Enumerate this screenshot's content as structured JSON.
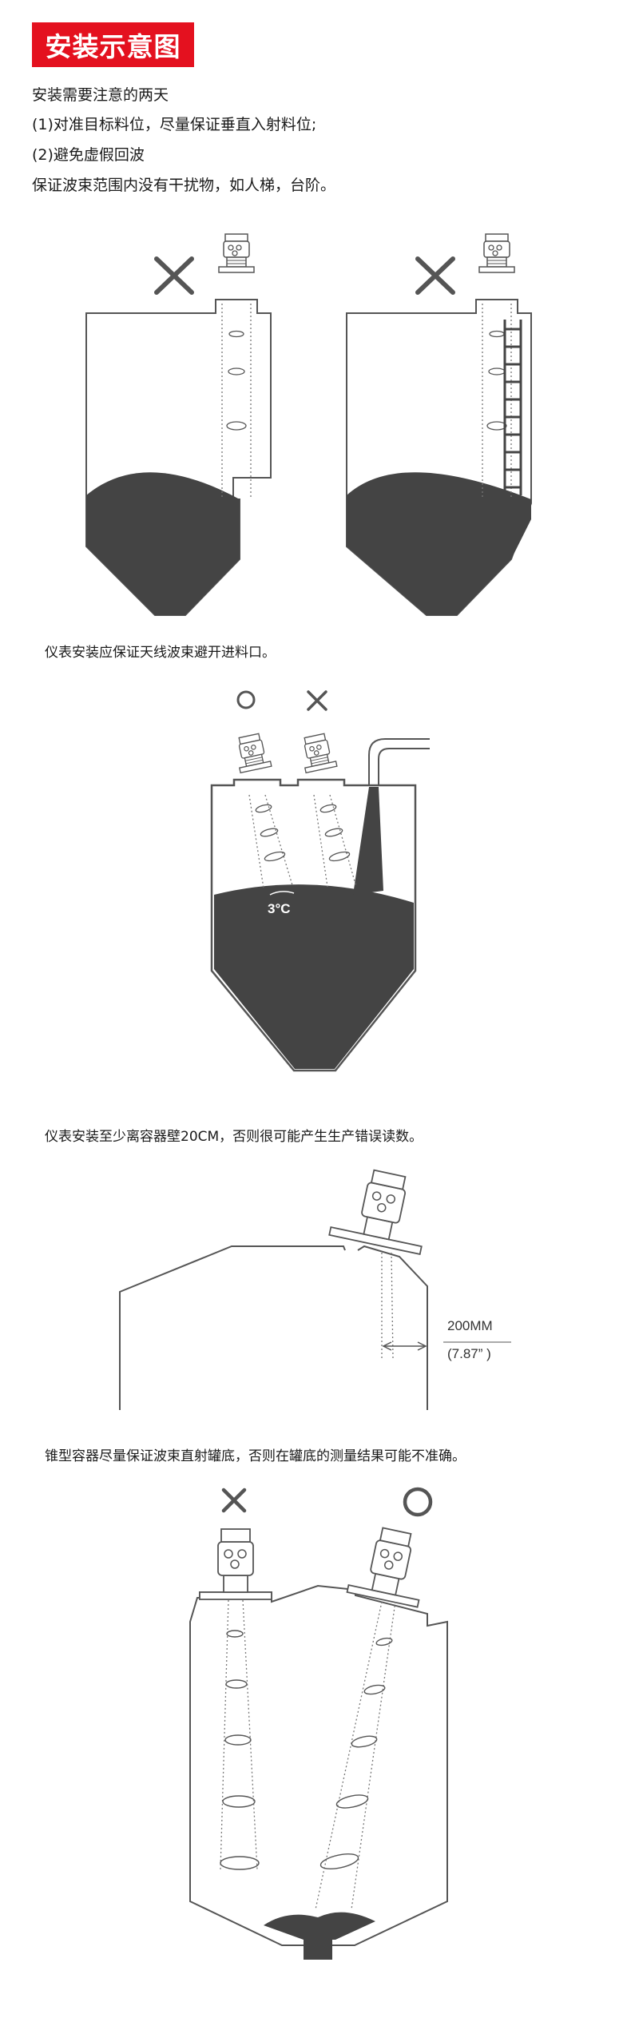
{
  "header": {
    "title": "安装示意图"
  },
  "intro": {
    "line1": "安装需要注意的两天",
    "line2": "(1)对准目标料位，尽量保证垂直入射料位;",
    "line3": "(2)避免虚假回波",
    "line4": "保证波束范围内没有干扰物，如人梯，台阶。"
  },
  "section2": {
    "caption": "仪表安装应保证天线波束避开进料口。",
    "angle_label": "3°C"
  },
  "section3": {
    "caption": "仪表安装至少离容器壁20CM，否则很可能产生生产错误读数。",
    "distance_mm": "200MM",
    "distance_in": "(7.87” )"
  },
  "section4": {
    "caption": "锥型容器尽量保证波束直射罐底，否则在罐底的测量结果可能不准确。"
  },
  "colors": {
    "accent": "#e4111f",
    "fill": "#444444",
    "line": "#555555"
  }
}
